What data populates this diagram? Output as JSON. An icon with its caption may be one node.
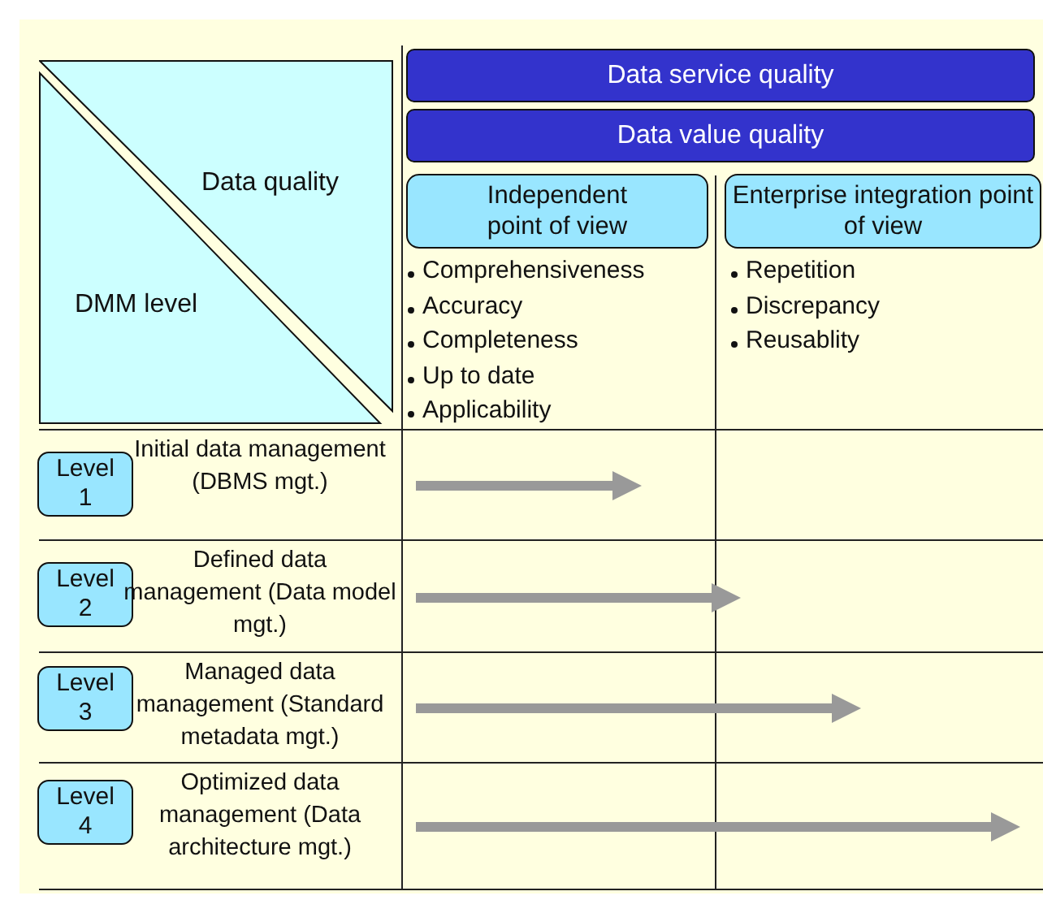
{
  "diagram": {
    "nodes": [
      {
        "text": [
          "Data quality",
          "DMM level"
        ]
      },
      {
        "text": [
          "Data service quality"
        ]
      },
      {
        "text": [
          "Data value quality"
        ]
      },
      {
        "text": [
          "Independent point of view"
        ]
      },
      {
        "text": [
          "Enterprise integration point of view"
        ]
      },
      {
        "text": [
          "Level 1"
        ],
        "beside": [
          "Initial data management (DBMS mgt.)"
        ]
      },
      {
        "text": [
          "Level 2"
        ],
        "beside": [
          "Defined data management (Data model mgt.)"
        ]
      },
      {
        "text": [
          "Level 3"
        ],
        "beside": [
          "Managed data management (Standard metadata mgt.)"
        ]
      },
      {
        "text": [
          "Level 4"
        ],
        "beside": [
          "Optimized data management (Data architecture mgt.)"
        ]
      }
    ],
    "labels": [
      "Comprehensiveness",
      "Accuracy",
      "Completeness",
      "Up to date",
      "Applicability",
      "Repetition",
      "Discrepancy",
      "Reusablity"
    ]
  }
}
